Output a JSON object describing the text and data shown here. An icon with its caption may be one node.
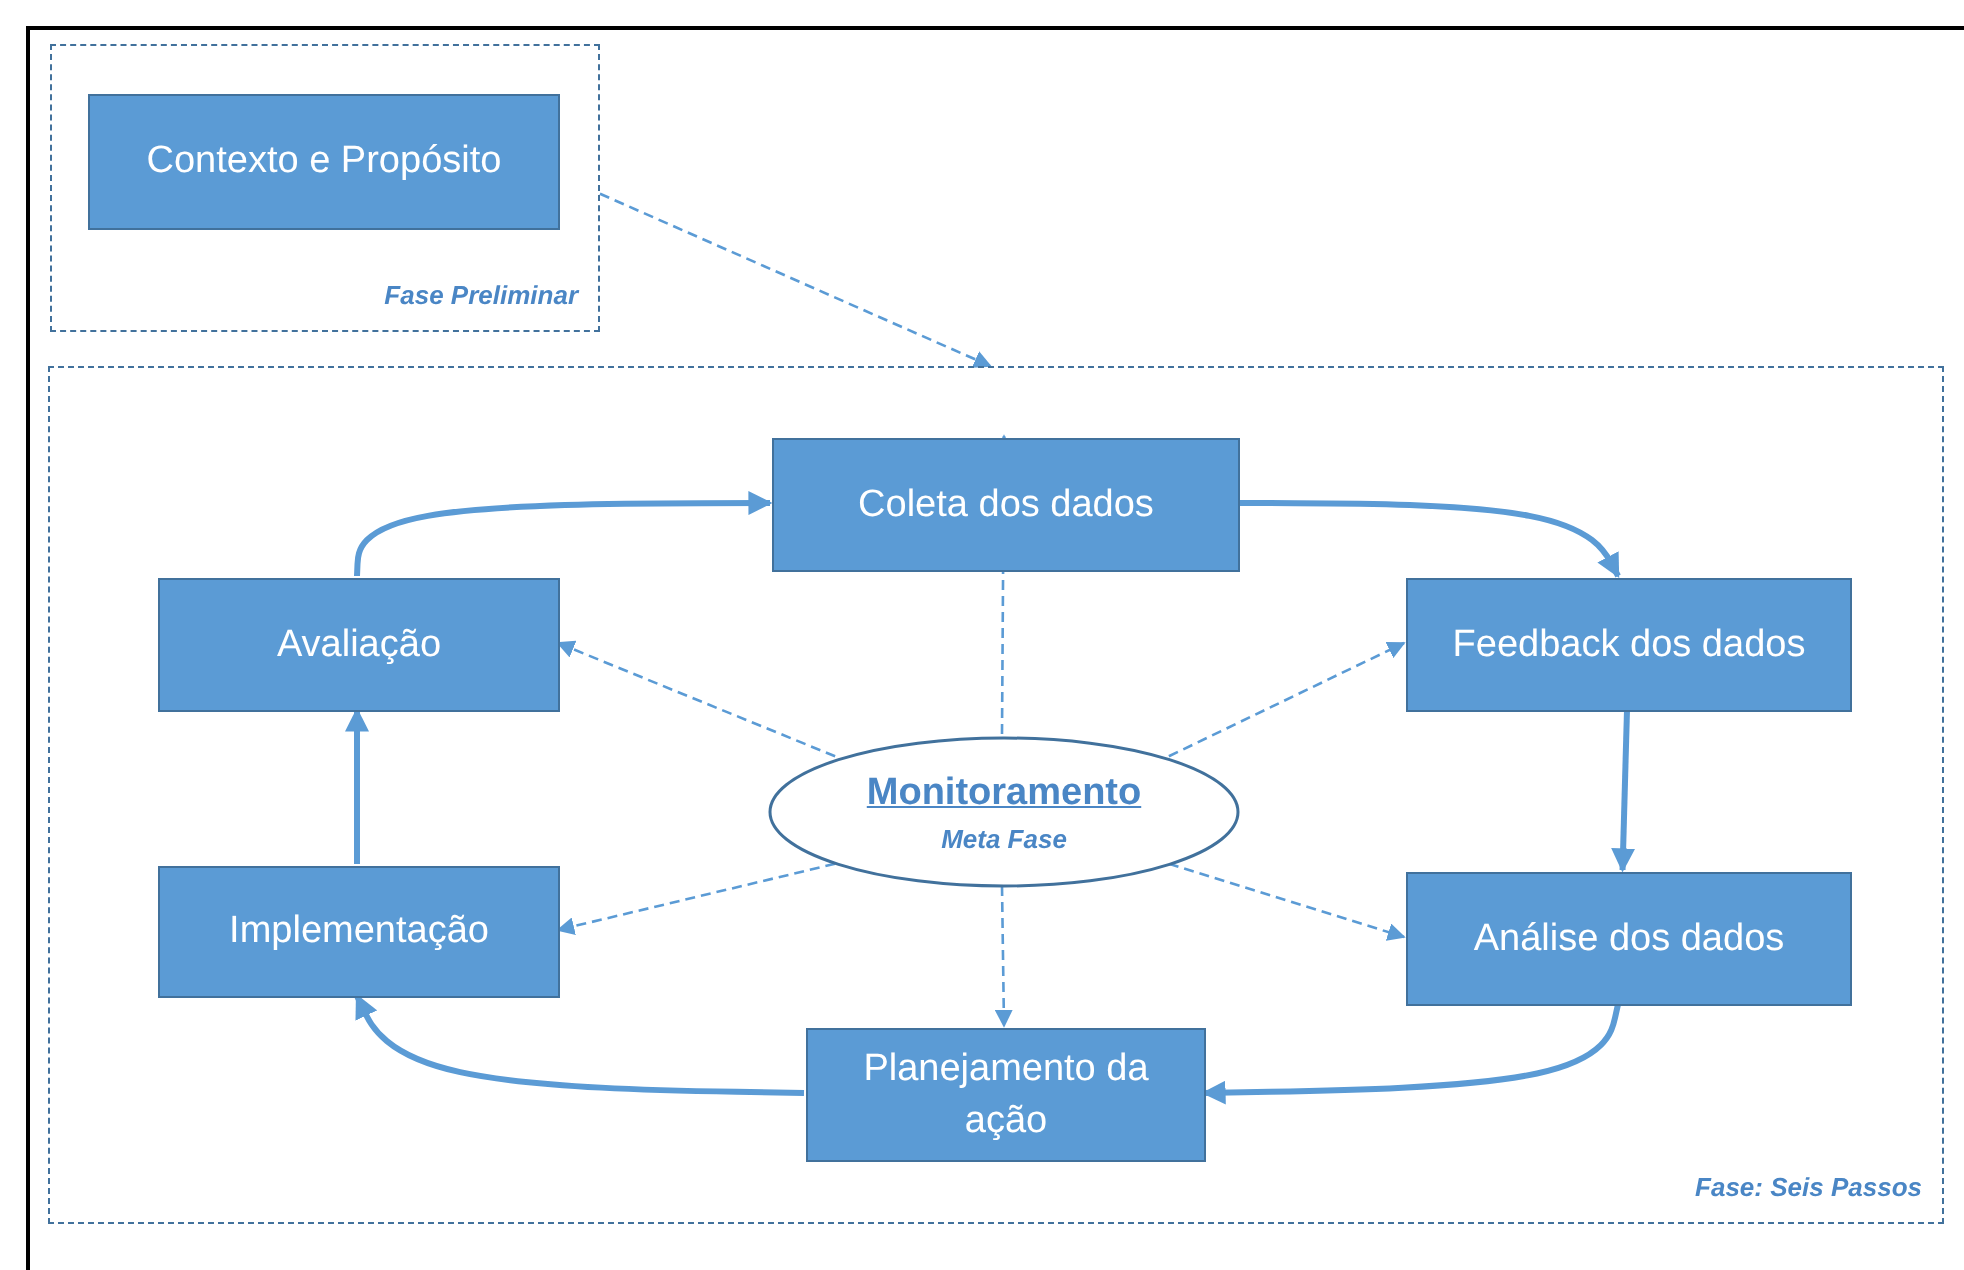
{
  "diagram": {
    "nodes": [
      {
        "text": [
          "Fase Preliminar"
        ]
      },
      {
        "text": [
          "Contexto e Propósito"
        ],
        "in": 0
      },
      {
        "text": [
          "Fase: Seis Passos"
        ]
      },
      {
        "text": [
          "Coleta dos dados"
        ],
        "in": 2
      },
      {
        "text": [
          "Feedback dos dados"
        ],
        "in": 2
      },
      {
        "text": [
          "Análise dos dados"
        ],
        "in": 2
      },
      {
        "text": [
          "Planejamento da ação"
        ],
        "in": 2
      },
      {
        "text": [
          "Implementação"
        ],
        "in": 2
      },
      {
        "text": [
          "Avaliação"
        ],
        "in": 2
      },
      {
        "text": [
          "Monitoramento",
          "Meta Fase"
        ],
        "in": 2
      }
    ],
    "edges": [
      {
        "from": 0,
        "to": 2,
        "arrow": "to",
        "style": "dashed"
      },
      {
        "from": 3,
        "to": 4,
        "arrow": "to",
        "style": "thick"
      },
      {
        "from": 4,
        "to": 5,
        "arrow": "to",
        "style": "thick"
      },
      {
        "from": 5,
        "to": 6,
        "arrow": "to",
        "style": "thick"
      },
      {
        "from": 6,
        "to": 7,
        "arrow": "to",
        "style": "thick"
      },
      {
        "from": 7,
        "to": 8,
        "arrow": "to",
        "style": "thick"
      },
      {
        "from": 8,
        "to": 3,
        "arrow": "to",
        "style": "thick"
      },
      {
        "from": 9,
        "to": 3,
        "arrow": "to",
        "style": "dashed"
      },
      {
        "from": 9,
        "to": 4,
        "arrow": "to",
        "style": "dashed"
      },
      {
        "from": 9,
        "to": 5,
        "arrow": "to",
        "style": "dashed"
      },
      {
        "from": 9,
        "to": 6,
        "arrow": "to",
        "style": "dashed"
      },
      {
        "from": 9,
        "to": 7,
        "arrow": "to",
        "style": "dashed"
      },
      {
        "from": 9,
        "to": 8,
        "arrow": "to",
        "style": "dashed"
      }
    ]
  }
}
